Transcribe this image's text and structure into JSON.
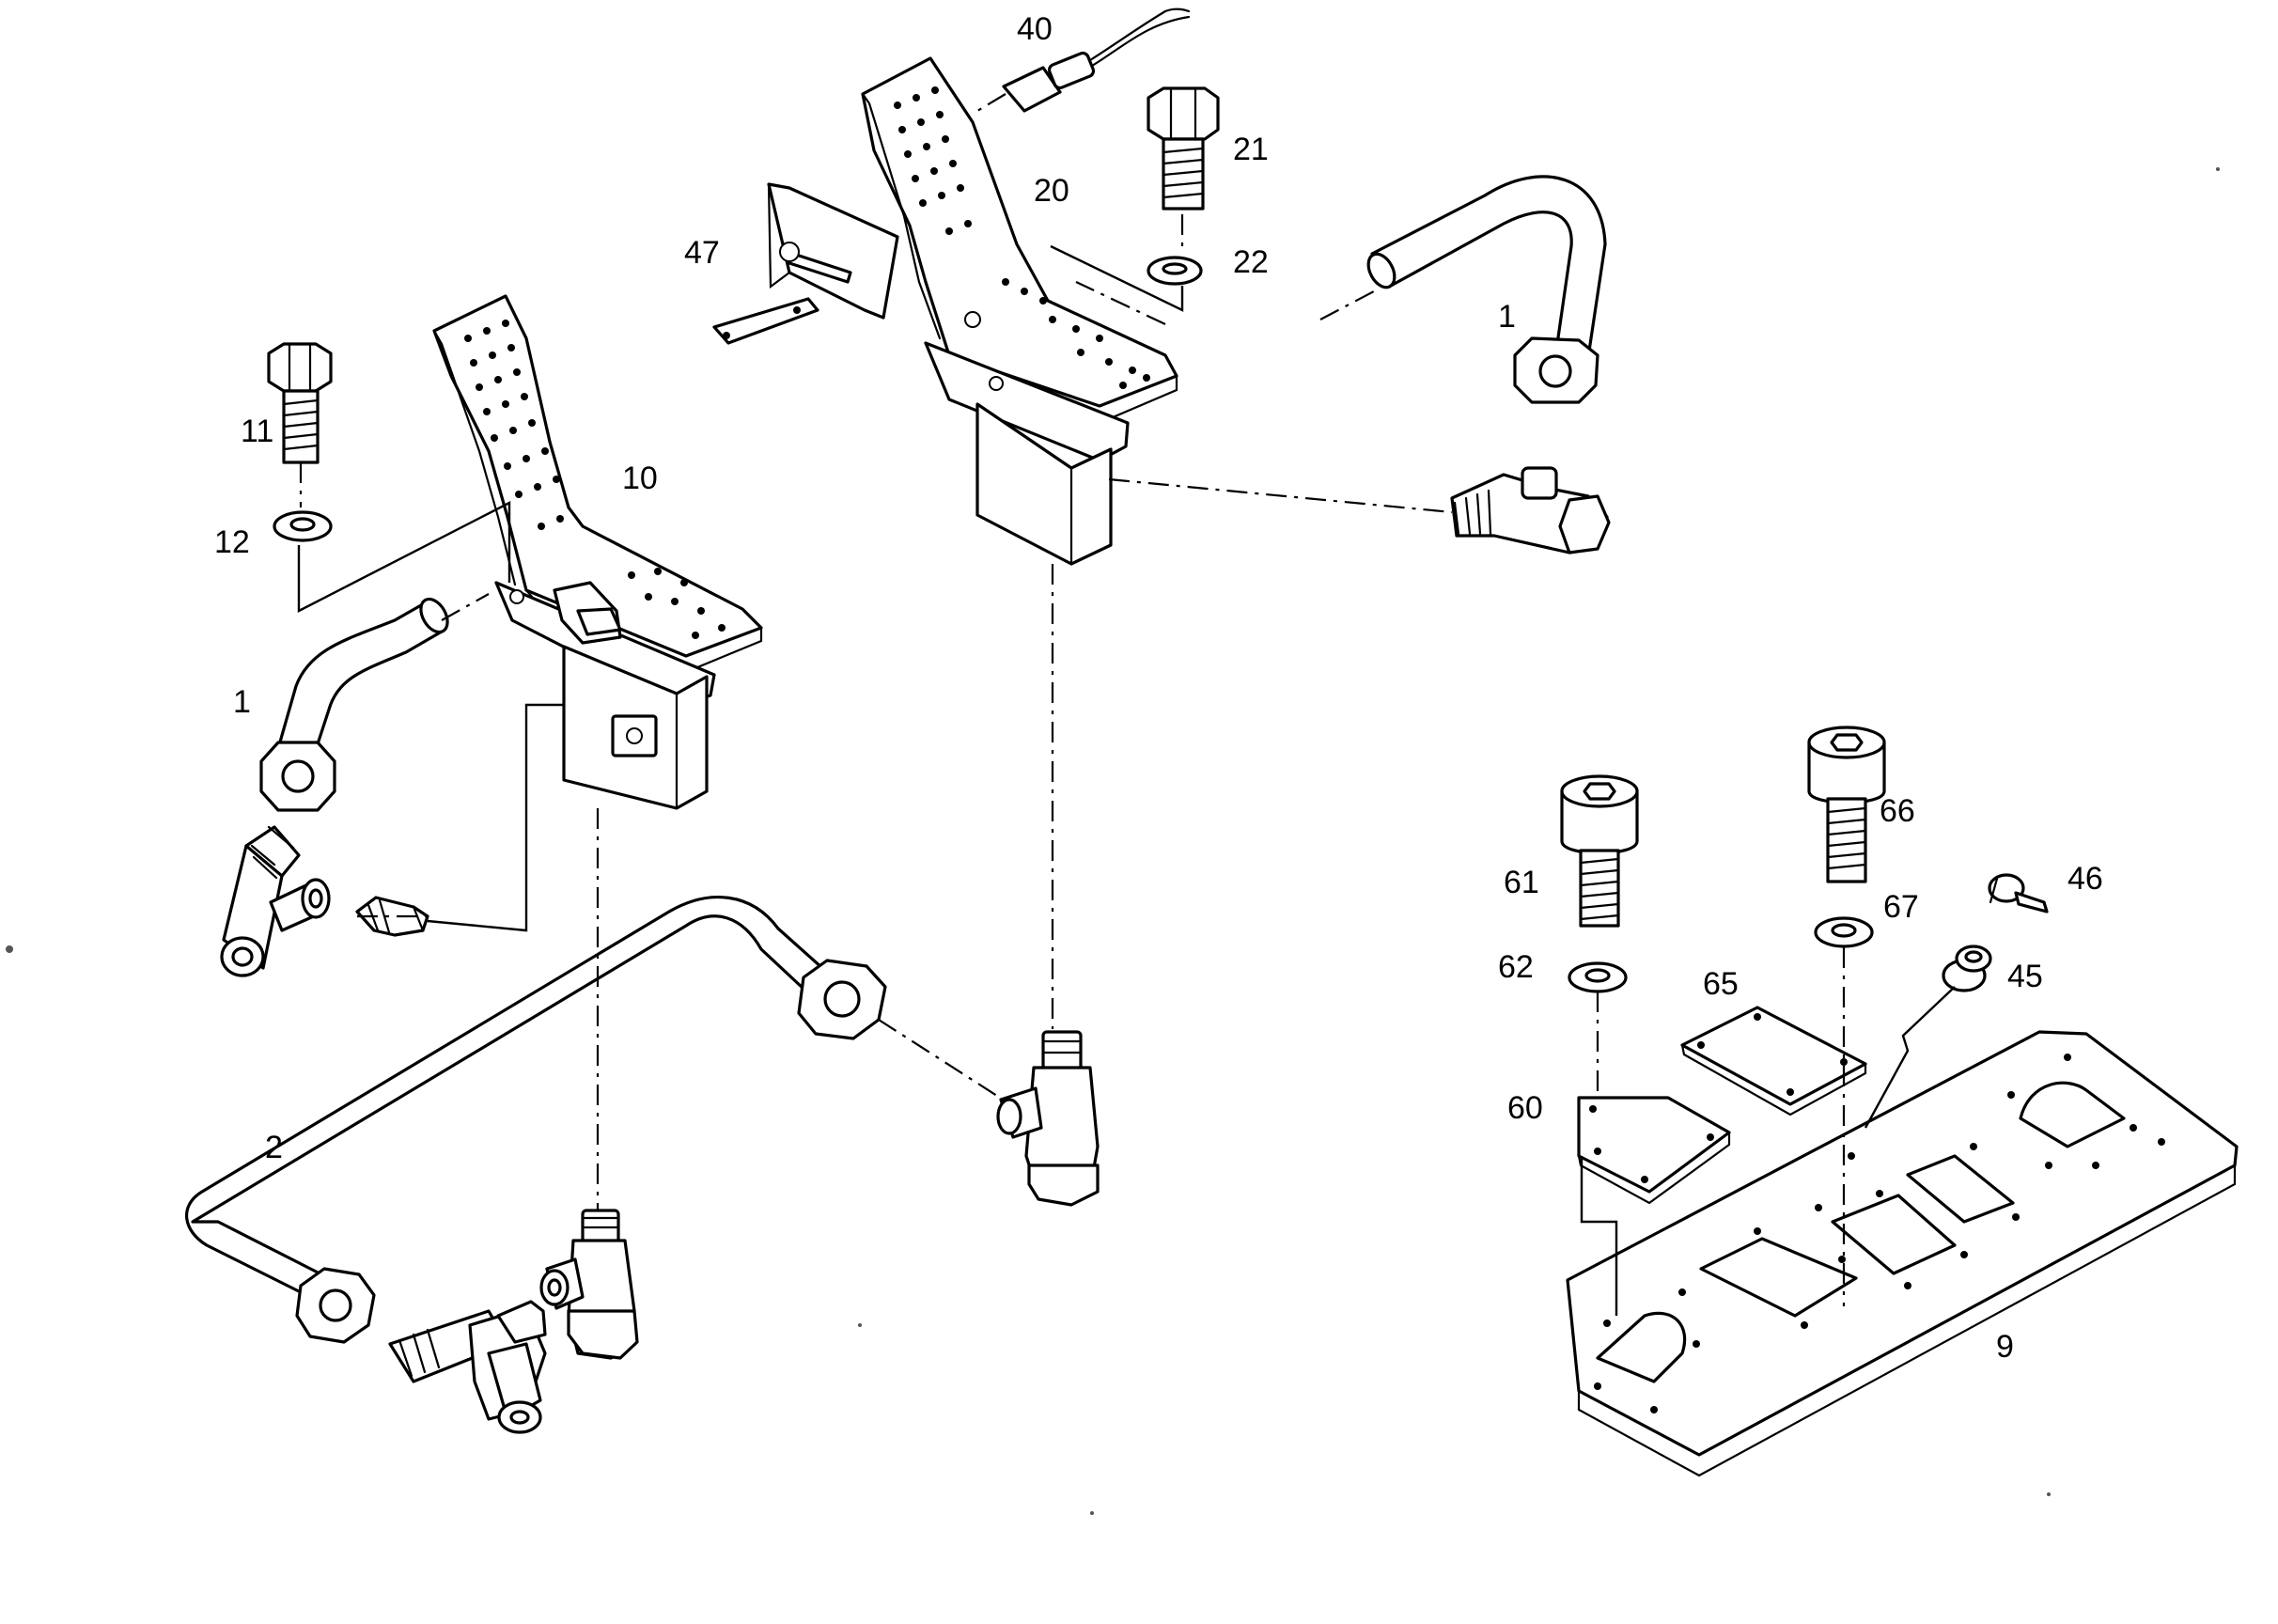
{
  "diagram": {
    "callouts": [
      {
        "id": "c40",
        "text": "40"
      },
      {
        "id": "c21",
        "text": "21"
      },
      {
        "id": "c20",
        "text": "20"
      },
      {
        "id": "c47",
        "text": "47"
      },
      {
        "id": "c22",
        "text": "22"
      },
      {
        "id": "c1a",
        "text": "1"
      },
      {
        "id": "c11",
        "text": "11"
      },
      {
        "id": "c10",
        "text": "10"
      },
      {
        "id": "c12",
        "text": "12"
      },
      {
        "id": "c1b",
        "text": "1"
      },
      {
        "id": "c66",
        "text": "66"
      },
      {
        "id": "c61",
        "text": "61"
      },
      {
        "id": "c67",
        "text": "67"
      },
      {
        "id": "c46",
        "text": "46"
      },
      {
        "id": "c62",
        "text": "62"
      },
      {
        "id": "c65",
        "text": "65"
      },
      {
        "id": "c45",
        "text": "45"
      },
      {
        "id": "c60",
        "text": "60"
      },
      {
        "id": "c2",
        "text": "2"
      },
      {
        "id": "c9",
        "text": "9"
      }
    ]
  }
}
